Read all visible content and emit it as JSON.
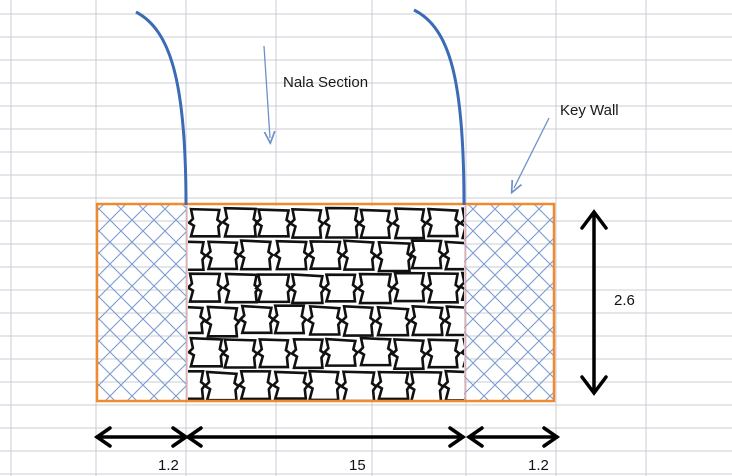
{
  "diagram": {
    "labels": {
      "nala_section": "Nala Section",
      "key_wall": "Key Wall"
    },
    "dimensions": {
      "left_key_wall_width": "1.2",
      "nala_width": "15",
      "right_key_wall_width": "1.2",
      "height": "2.6"
    },
    "colors": {
      "gridlines": "#c8ccd6",
      "key_wall_outline": "#f08a2c",
      "hatch": "#7b9bd0",
      "nala_banks": "#3b6bb5",
      "pointer_arrows": "#6e8fc9",
      "blockwork": "#111111",
      "dimension_arrows": "#000000"
    },
    "icons": {
      "left_key_wall_hatch": "cross-hatch-pattern",
      "right_key_wall_hatch": "cross-hatch-pattern",
      "nala_fill": "stone-masonry-pattern"
    }
  }
}
